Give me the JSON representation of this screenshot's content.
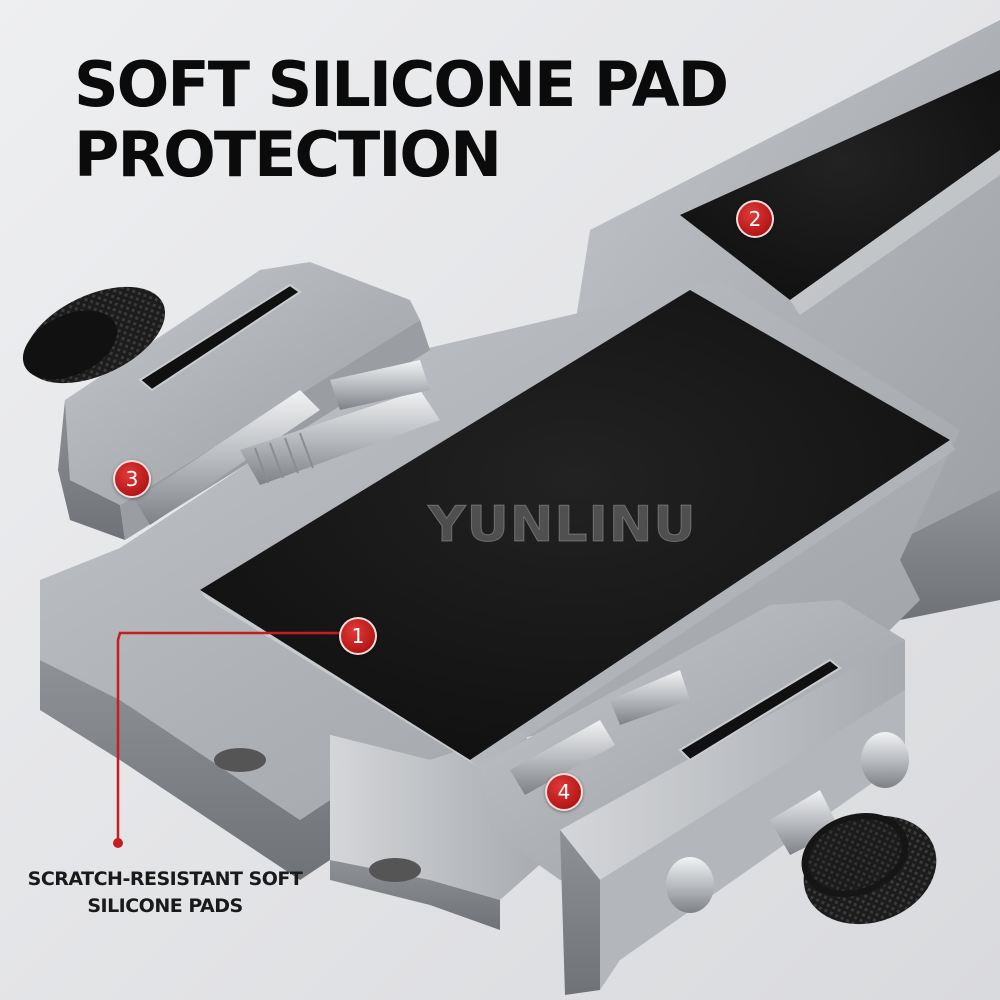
{
  "headline": {
    "line1": "SOFT SILICONE PAD",
    "line2": "PROTECTION"
  },
  "caption": {
    "line1": "SCRATCH-RESISTANT SOFT",
    "line2": "SILICONE PADS"
  },
  "brand": {
    "text": "YUNLINU"
  },
  "markers": [
    "1",
    "2",
    "3",
    "4"
  ],
  "colors": {
    "background": "#e6e7e9",
    "metal": "#a9acb1",
    "pad": "#141414",
    "marker": "#c41e1e",
    "knob": "#1a1a1a"
  }
}
